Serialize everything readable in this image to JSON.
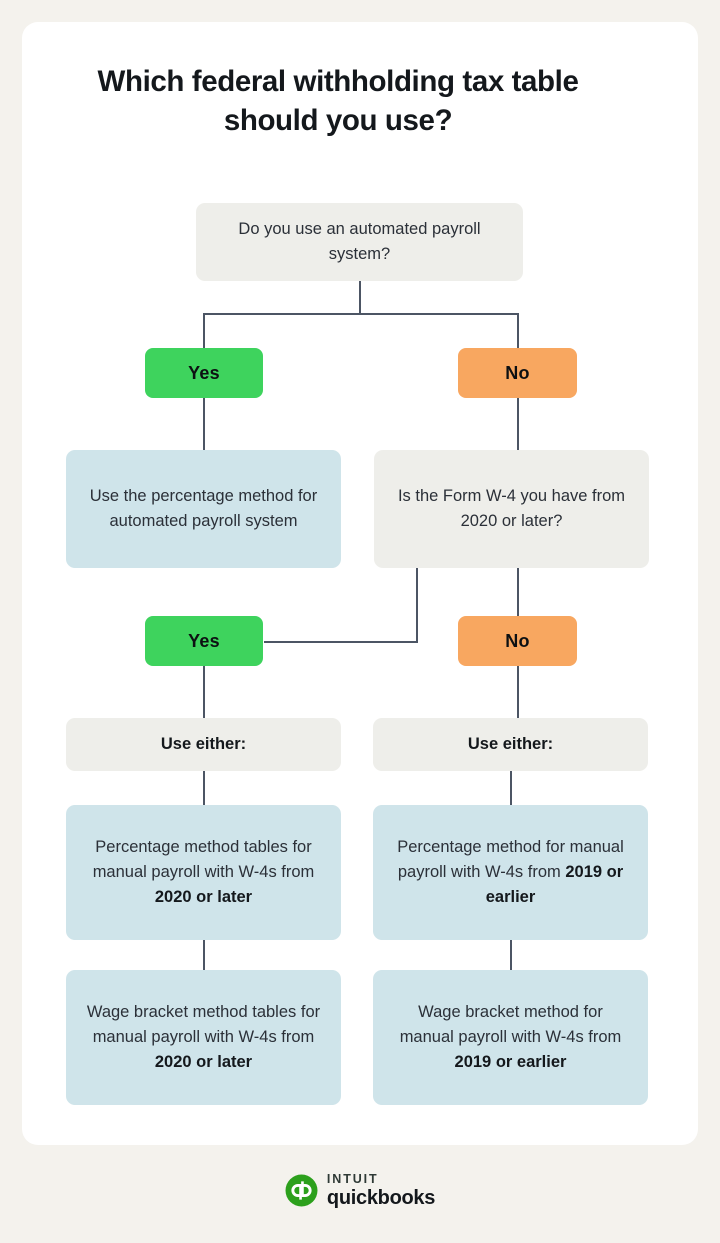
{
  "page": {
    "background_color": "#F4F2ED",
    "card_color": "#FFFFFF"
  },
  "title": "Which federal withholding tax table should you use?",
  "colors": {
    "yes_green": "#3ED35D",
    "no_orange": "#F8A760",
    "result_blue": "#CFE4EA",
    "question_gray": "#EEEEEA",
    "connector": "#4C5564",
    "text_dark": "#2B3038",
    "brand_green": "#2CA01C"
  },
  "flow": {
    "root_question": "Do you use an automated payroll system?",
    "branch_yes_label": "Yes",
    "branch_no_label": "No",
    "yes_result": "Use the percentage method for automated payroll system",
    "second_question": "Is the Form W-4 you have from 2020 or later?",
    "second_yes_label": "Yes",
    "second_no_label": "No",
    "use_either_label": "Use either:",
    "left_column": {
      "header": "Use either:",
      "options": [
        {
          "text_plain": "Percentage method tables for manual payroll with W-4s from ",
          "text_bold": "2020 or later"
        },
        {
          "text_plain": "Wage bracket method tables for manual payroll with W-4s from ",
          "text_bold": "2020 or later"
        }
      ]
    },
    "right_column": {
      "header": "Use either:",
      "options": [
        {
          "text_plain": "Percentage method for manual payroll with W-4s from ",
          "text_bold": "2019 or earlier"
        },
        {
          "text_plain": "Wage bracket method for manual payroll with W-4s from ",
          "text_bold": "2019 or earlier"
        }
      ]
    }
  },
  "footer": {
    "brand_top": "INTUIT",
    "brand_bottom": "quickbooks",
    "logo_icon": "quickbooks-qb-icon"
  }
}
